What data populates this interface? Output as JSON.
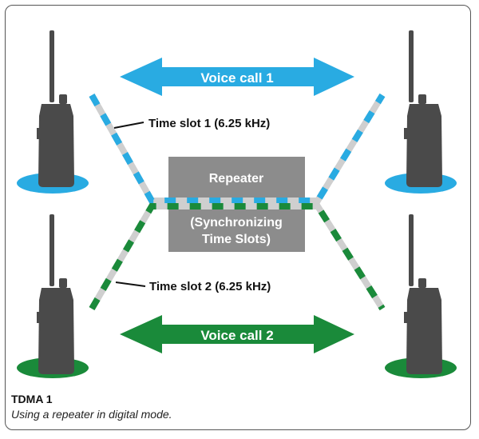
{
  "arrows": {
    "voice_call_1": "Voice call 1",
    "voice_call_2": "Voice call 2"
  },
  "labels": {
    "time_slot_1": "Time slot 1 (6.25 kHz)",
    "time_slot_2": "Time slot 2 (6.25 kHz)"
  },
  "repeater": {
    "title": "Repeater",
    "subtitle_line1": "(Synchronizing",
    "subtitle_line2": "Time Slots)"
  },
  "caption": {
    "title": "TDMA 1",
    "subtitle": "Using a repeater in digital mode."
  },
  "colors": {
    "blue": "#29abe2",
    "green": "#1a8a3a",
    "stripe_gray": "#cfcfcf",
    "repeater_gray": "#8c8c8c",
    "radio": "#4a4a4a"
  }
}
